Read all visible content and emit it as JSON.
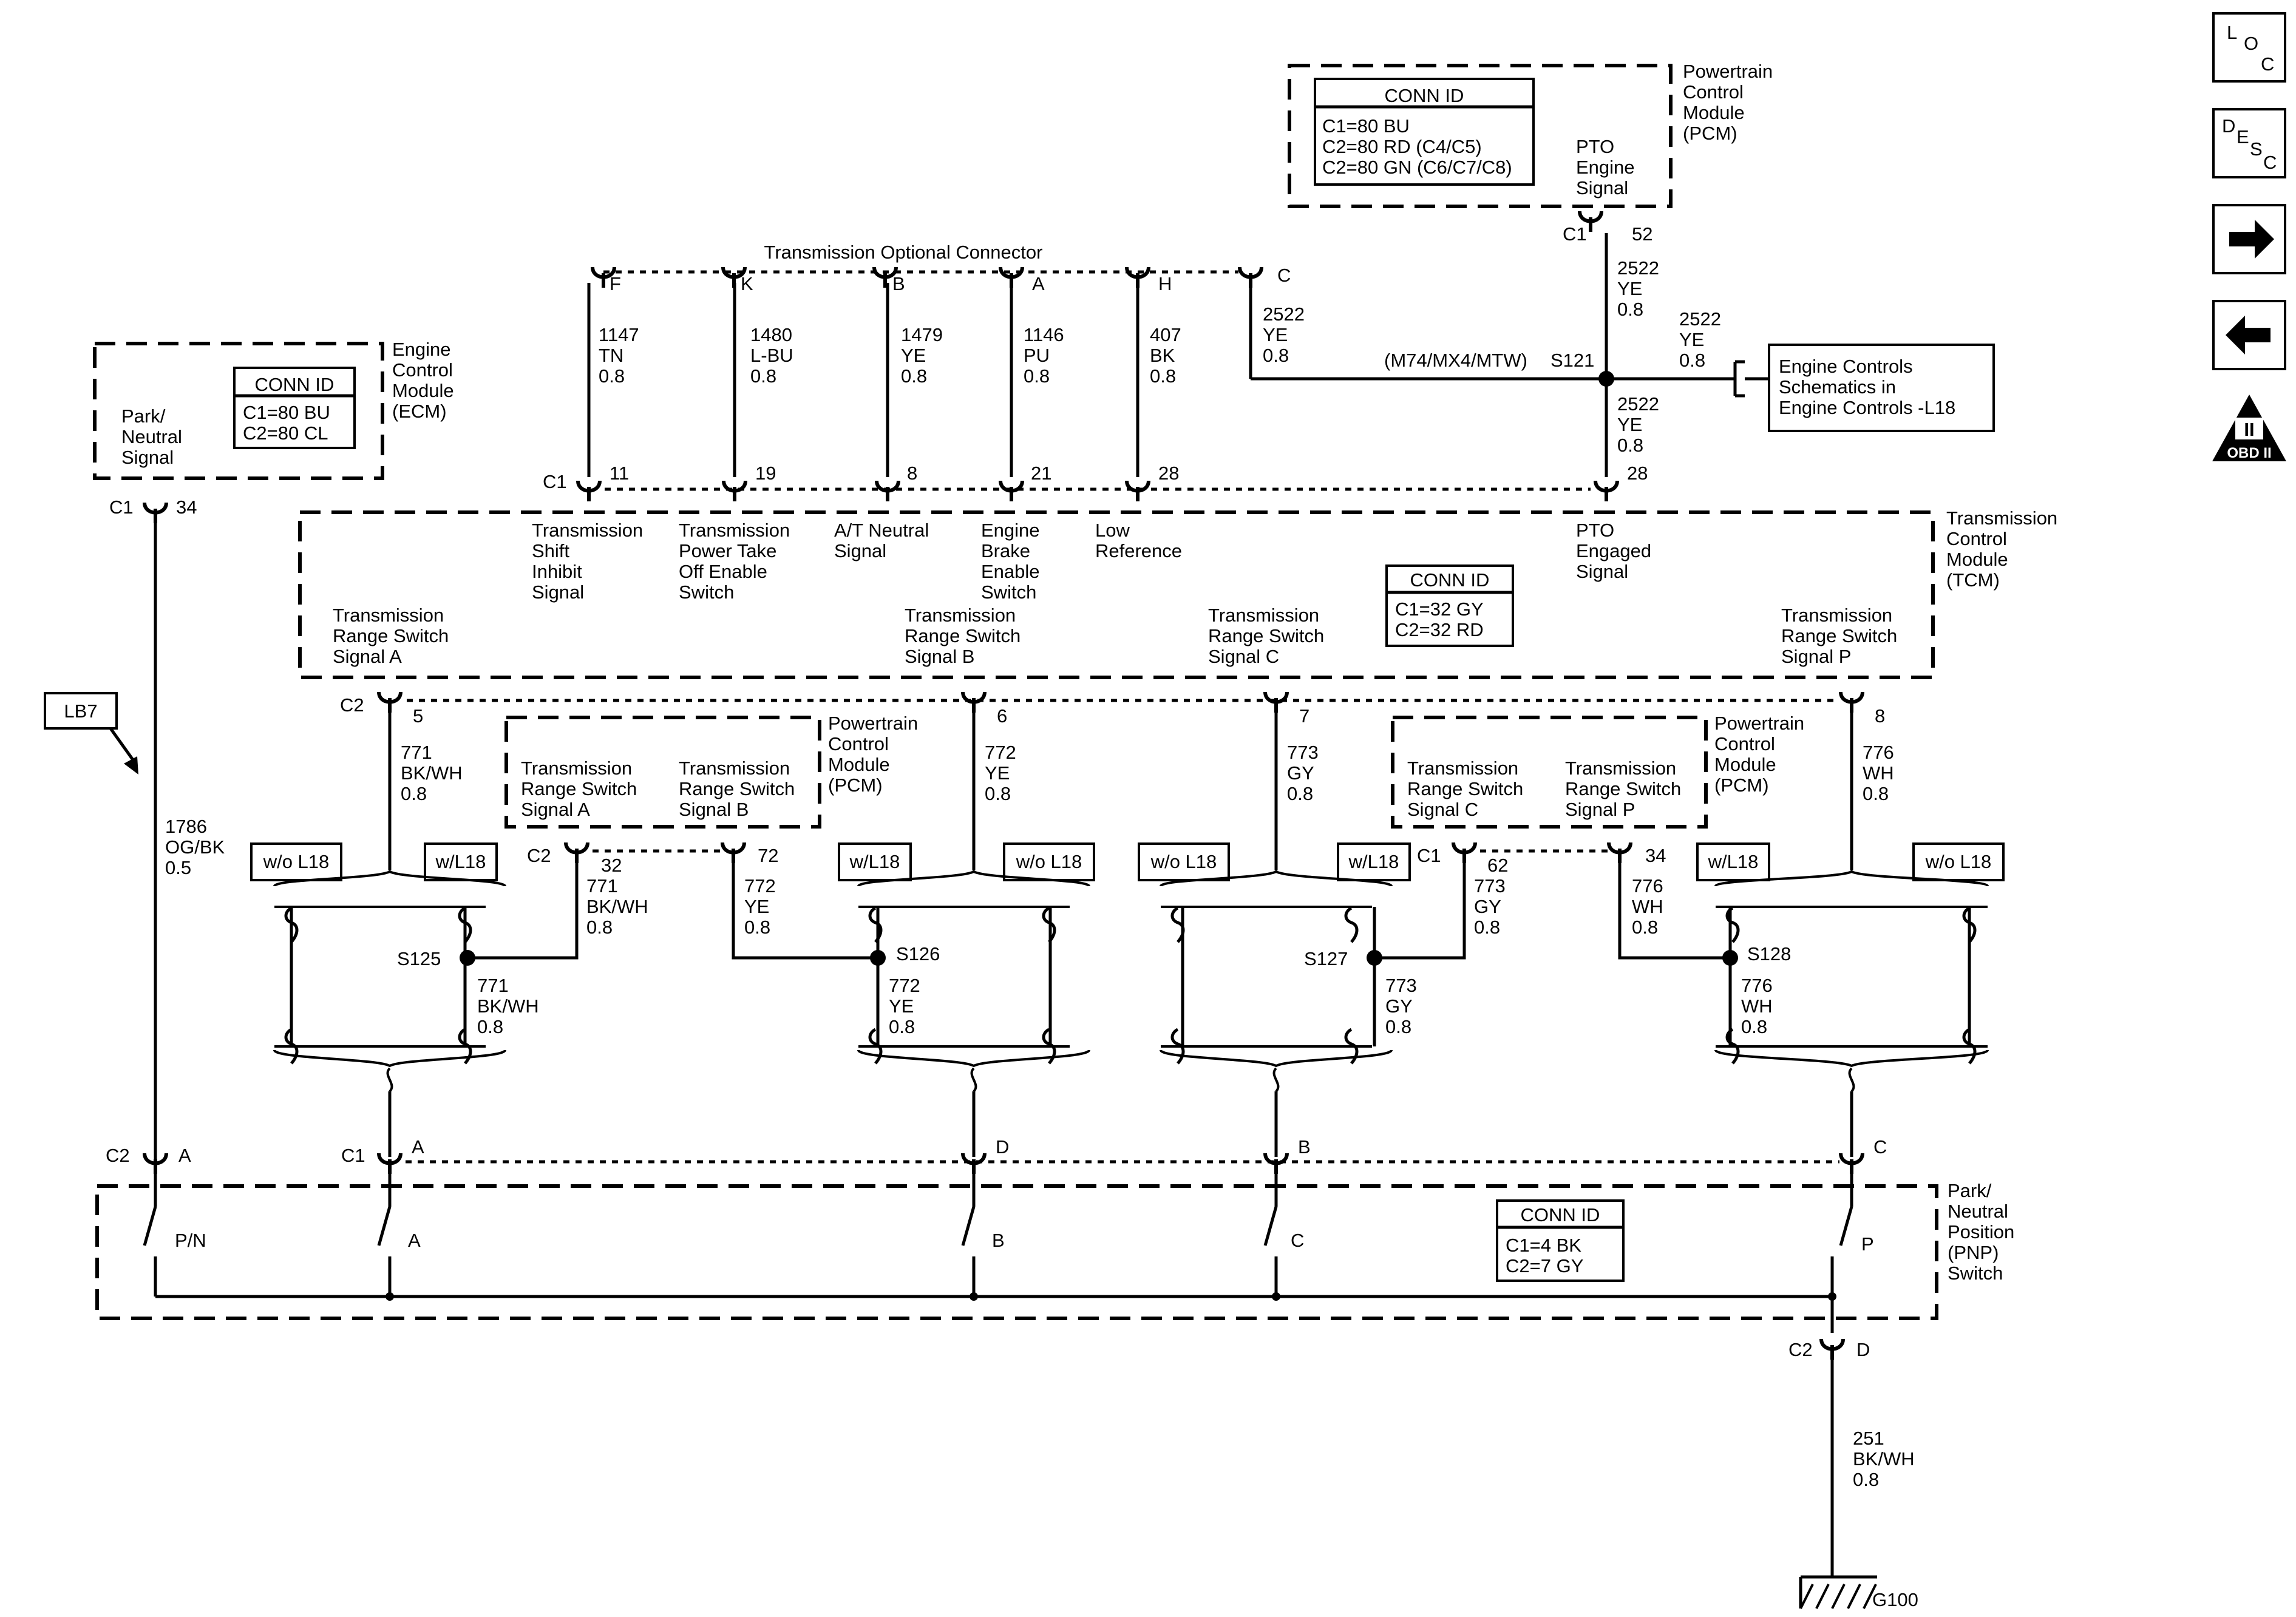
{
  "side_icons": {
    "loc": [
      "L",
      "O",
      "C"
    ],
    "desc": [
      "D",
      "E",
      "S",
      "C"
    ],
    "obd_numeral": "II",
    "obd_label": "OBD II"
  },
  "pcm_top": {
    "name": [
      "Powertrain",
      "Control",
      "Module",
      "(PCM)"
    ],
    "conn_title": "CONN ID",
    "conn_lines": [
      "C1=80 BU",
      "C2=80 RD (C4/C5)",
      "C2=80 GN (C6/C7/C8)"
    ],
    "pin_label": [
      "PTO",
      "Engine",
      "Signal"
    ],
    "conn": "C1",
    "pin": "52"
  },
  "opt_connector": {
    "title": "Transmission Optional Connector",
    "pins": [
      "F",
      "K",
      "B",
      "A",
      "H",
      "C"
    ]
  },
  "wires_top": [
    {
      "circuit": "1147",
      "color": "TN",
      "gauge": "0.8"
    },
    {
      "circuit": "1480",
      "color": "L-BU",
      "gauge": "0.8"
    },
    {
      "circuit": "1479",
      "color": "YE",
      "gauge": "0.8"
    },
    {
      "circuit": "1146",
      "color": "PU",
      "gauge": "0.8"
    },
    {
      "circuit": "407",
      "color": "BK",
      "gauge": "0.8"
    },
    {
      "circuit": "2522",
      "color": "YE",
      "gauge": "0.8"
    }
  ],
  "pto": {
    "wire_up": {
      "circuit": "2522",
      "color": "YE",
      "gauge": "0.8"
    },
    "wire_right": {
      "circuit": "2522",
      "color": "YE",
      "gauge": "0.8"
    },
    "wire_down": {
      "circuit": "2522",
      "color": "YE",
      "gauge": "0.8"
    },
    "option": "(M74/MX4/MTW)",
    "splice": "S121",
    "ref_box": [
      "Engine Controls",
      "Schematics in",
      "Engine Controls -L18"
    ]
  },
  "ecm": {
    "name": [
      "Engine",
      "Control",
      "Module",
      "(ECM)"
    ],
    "conn_title": "CONN ID",
    "conn_lines": [
      "C1=80 BU",
      "C2=80 CL"
    ],
    "pin_label": [
      "Park/",
      "Neutral",
      "Signal"
    ],
    "conn": "C1",
    "pin": "34",
    "wire": {
      "circuit": "1786",
      "color": "OG/BK",
      "gauge": "0.5"
    },
    "lb7": "LB7"
  },
  "tcm": {
    "name": [
      "Transmission",
      "Control",
      "Module",
      "(TCM)"
    ],
    "conn_title": "CONN ID",
    "conn_lines": [
      "C1=32 GY",
      "C2=32 RD"
    ],
    "c1_conn": "C1",
    "c1_pins": [
      "11",
      "19",
      "8",
      "21",
      "28",
      "28"
    ],
    "c1_labels": [
      [
        "Transmission",
        "Shift",
        "Inhibit",
        "Signal"
      ],
      [
        "Transmission",
        "Power Take",
        "Off Enable",
        "Switch"
      ],
      [
        "A/T Neutral",
        "Signal"
      ],
      [
        "Engine",
        "Brake",
        "Enable",
        "Switch"
      ],
      [
        "Low",
        "Reference"
      ],
      [
        "PTO",
        "Engaged",
        "Signal"
      ]
    ],
    "c2_conn": "C2",
    "c2_pins": [
      "5",
      "6",
      "7",
      "8"
    ],
    "c2_labels": [
      [
        "Transmission",
        "Range Switch",
        "Signal A"
      ],
      [
        "Transmission",
        "Range Switch",
        "Signal B"
      ],
      [
        "Transmission",
        "Range Switch",
        "Signal C"
      ],
      [
        "Transmission",
        "Range Switch",
        "Signal P"
      ]
    ]
  },
  "range_wires": [
    {
      "circuit": "771",
      "color": "BK/WH",
      "gauge": "0.8"
    },
    {
      "circuit": "772",
      "color": "YE",
      "gauge": "0.8"
    },
    {
      "circuit": "773",
      "color": "GY",
      "gauge": "0.8"
    },
    {
      "circuit": "776",
      "color": "WH",
      "gauge": "0.8"
    }
  ],
  "pcm_mid": {
    "name": [
      "Powertrain",
      "Control",
      "Module",
      "(PCM)"
    ],
    "left": {
      "labels": [
        [
          "Transmission",
          "Range Switch",
          "Signal A"
        ],
        [
          "Transmission",
          "Range Switch",
          "Signal B"
        ]
      ],
      "conn": "C2",
      "pins": [
        "32",
        "72"
      ],
      "wires": [
        {
          "circuit": "771",
          "color": "BK/WH",
          "gauge": "0.8"
        },
        {
          "circuit": "772",
          "color": "YE",
          "gauge": "0.8"
        }
      ]
    },
    "right": {
      "labels": [
        [
          "Transmission",
          "Range Switch",
          "Signal C"
        ],
        [
          "Transmission",
          "Range Switch",
          "Signal P"
        ]
      ],
      "conn": "C1",
      "pins": [
        "62",
        "34"
      ],
      "wires": [
        {
          "circuit": "773",
          "color": "GY",
          "gauge": "0.8"
        },
        {
          "circuit": "776",
          "color": "WH",
          "gauge": "0.8"
        }
      ]
    }
  },
  "options": {
    "without": "w/o L18",
    "with": "w/L18"
  },
  "splices": [
    "S125",
    "S126",
    "S127",
    "S128"
  ],
  "splice_wires": [
    {
      "circuit": "771",
      "color": "BK/WH",
      "gauge": "0.8"
    },
    {
      "circuit": "772",
      "color": "YE",
      "gauge": "0.8"
    },
    {
      "circuit": "773",
      "color": "GY",
      "gauge": "0.8"
    },
    {
      "circuit": "776",
      "color": "WH",
      "gauge": "0.8"
    }
  ],
  "pnp": {
    "name": [
      "Park/",
      "Neutral",
      "Position",
      "(PNP)",
      "Switch"
    ],
    "conn_title": "CONN ID",
    "conn_lines": [
      "C1=4 BK",
      "C2=7 GY"
    ],
    "c2_conn": "C2",
    "c2_pin": "A",
    "c1_conn": "C1",
    "c1_pins": [
      "A",
      "D",
      "B",
      "C"
    ],
    "switch_labels": [
      "P/N",
      "A",
      "B",
      "C",
      "P"
    ],
    "ground_conn": "C2",
    "ground_pin": "D",
    "ground_wire": {
      "circuit": "251",
      "color": "BK/WH",
      "gauge": "0.8"
    },
    "ground": "G100"
  }
}
